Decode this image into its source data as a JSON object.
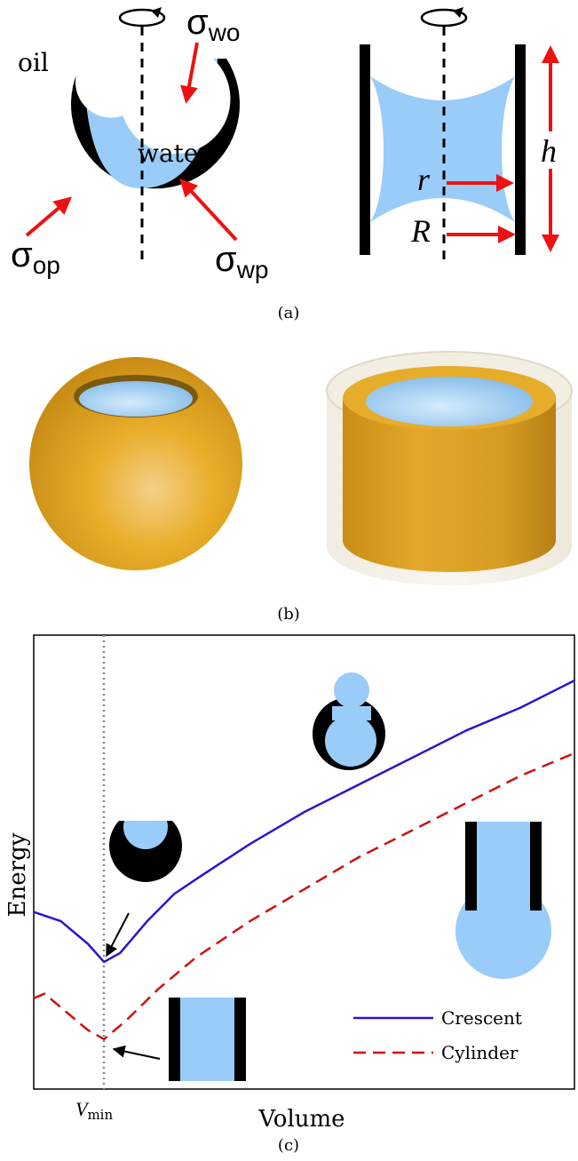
{
  "panel_a": {
    "label": "(a)",
    "oil": "oil",
    "water": "water",
    "sigma_symbol": "σ",
    "sigma_wo_sub": "wo",
    "sigma_op_sub": "op",
    "sigma_wp_sub": "wp",
    "r": "r",
    "R": "R",
    "h": "h"
  },
  "panel_b": {
    "label": "(b)"
  },
  "panel_c": {
    "label": "(c)",
    "ylabel": "Energy",
    "xlabel": "Volume",
    "vmin_main": "V",
    "vmin_sub": "min",
    "chart_data": {
      "type": "line",
      "xlabel": "Volume",
      "ylabel": "Energy",
      "xlim": [
        0,
        1
      ],
      "ylim": [
        0,
        1
      ],
      "grid": false,
      "legend": "bottom-right",
      "annotations": [
        "V_min"
      ],
      "series": [
        {
          "name": "Crescent",
          "color": "#3311cc",
          "style": "solid",
          "x": [
            0.0,
            0.05,
            0.1,
            0.13,
            0.16,
            0.21,
            0.26,
            0.31,
            0.4,
            0.5,
            0.6,
            0.7,
            0.8,
            0.9,
            1.0
          ],
          "y": [
            0.39,
            0.37,
            0.32,
            0.28,
            0.3,
            0.37,
            0.43,
            0.47,
            0.54,
            0.61,
            0.67,
            0.73,
            0.79,
            0.84,
            0.9
          ]
        },
        {
          "name": "Cylinder",
          "color": "#cc1111",
          "style": "dashed",
          "x": [
            0.0,
            0.02,
            0.06,
            0.1,
            0.13,
            0.17,
            0.23,
            0.3,
            0.4,
            0.5,
            0.6,
            0.7,
            0.8,
            0.9,
            1.0
          ],
          "y": [
            0.2,
            0.21,
            0.17,
            0.13,
            0.11,
            0.15,
            0.22,
            0.29,
            0.37,
            0.44,
            0.51,
            0.57,
            0.63,
            0.69,
            0.74
          ]
        }
      ]
    }
  },
  "colors": {
    "water": "#99ccf8",
    "solid": "#000000",
    "arrow": "#ee1111",
    "shell": "#e6a91f",
    "crescent": "#3311cc",
    "cylinder": "#cc1111"
  }
}
